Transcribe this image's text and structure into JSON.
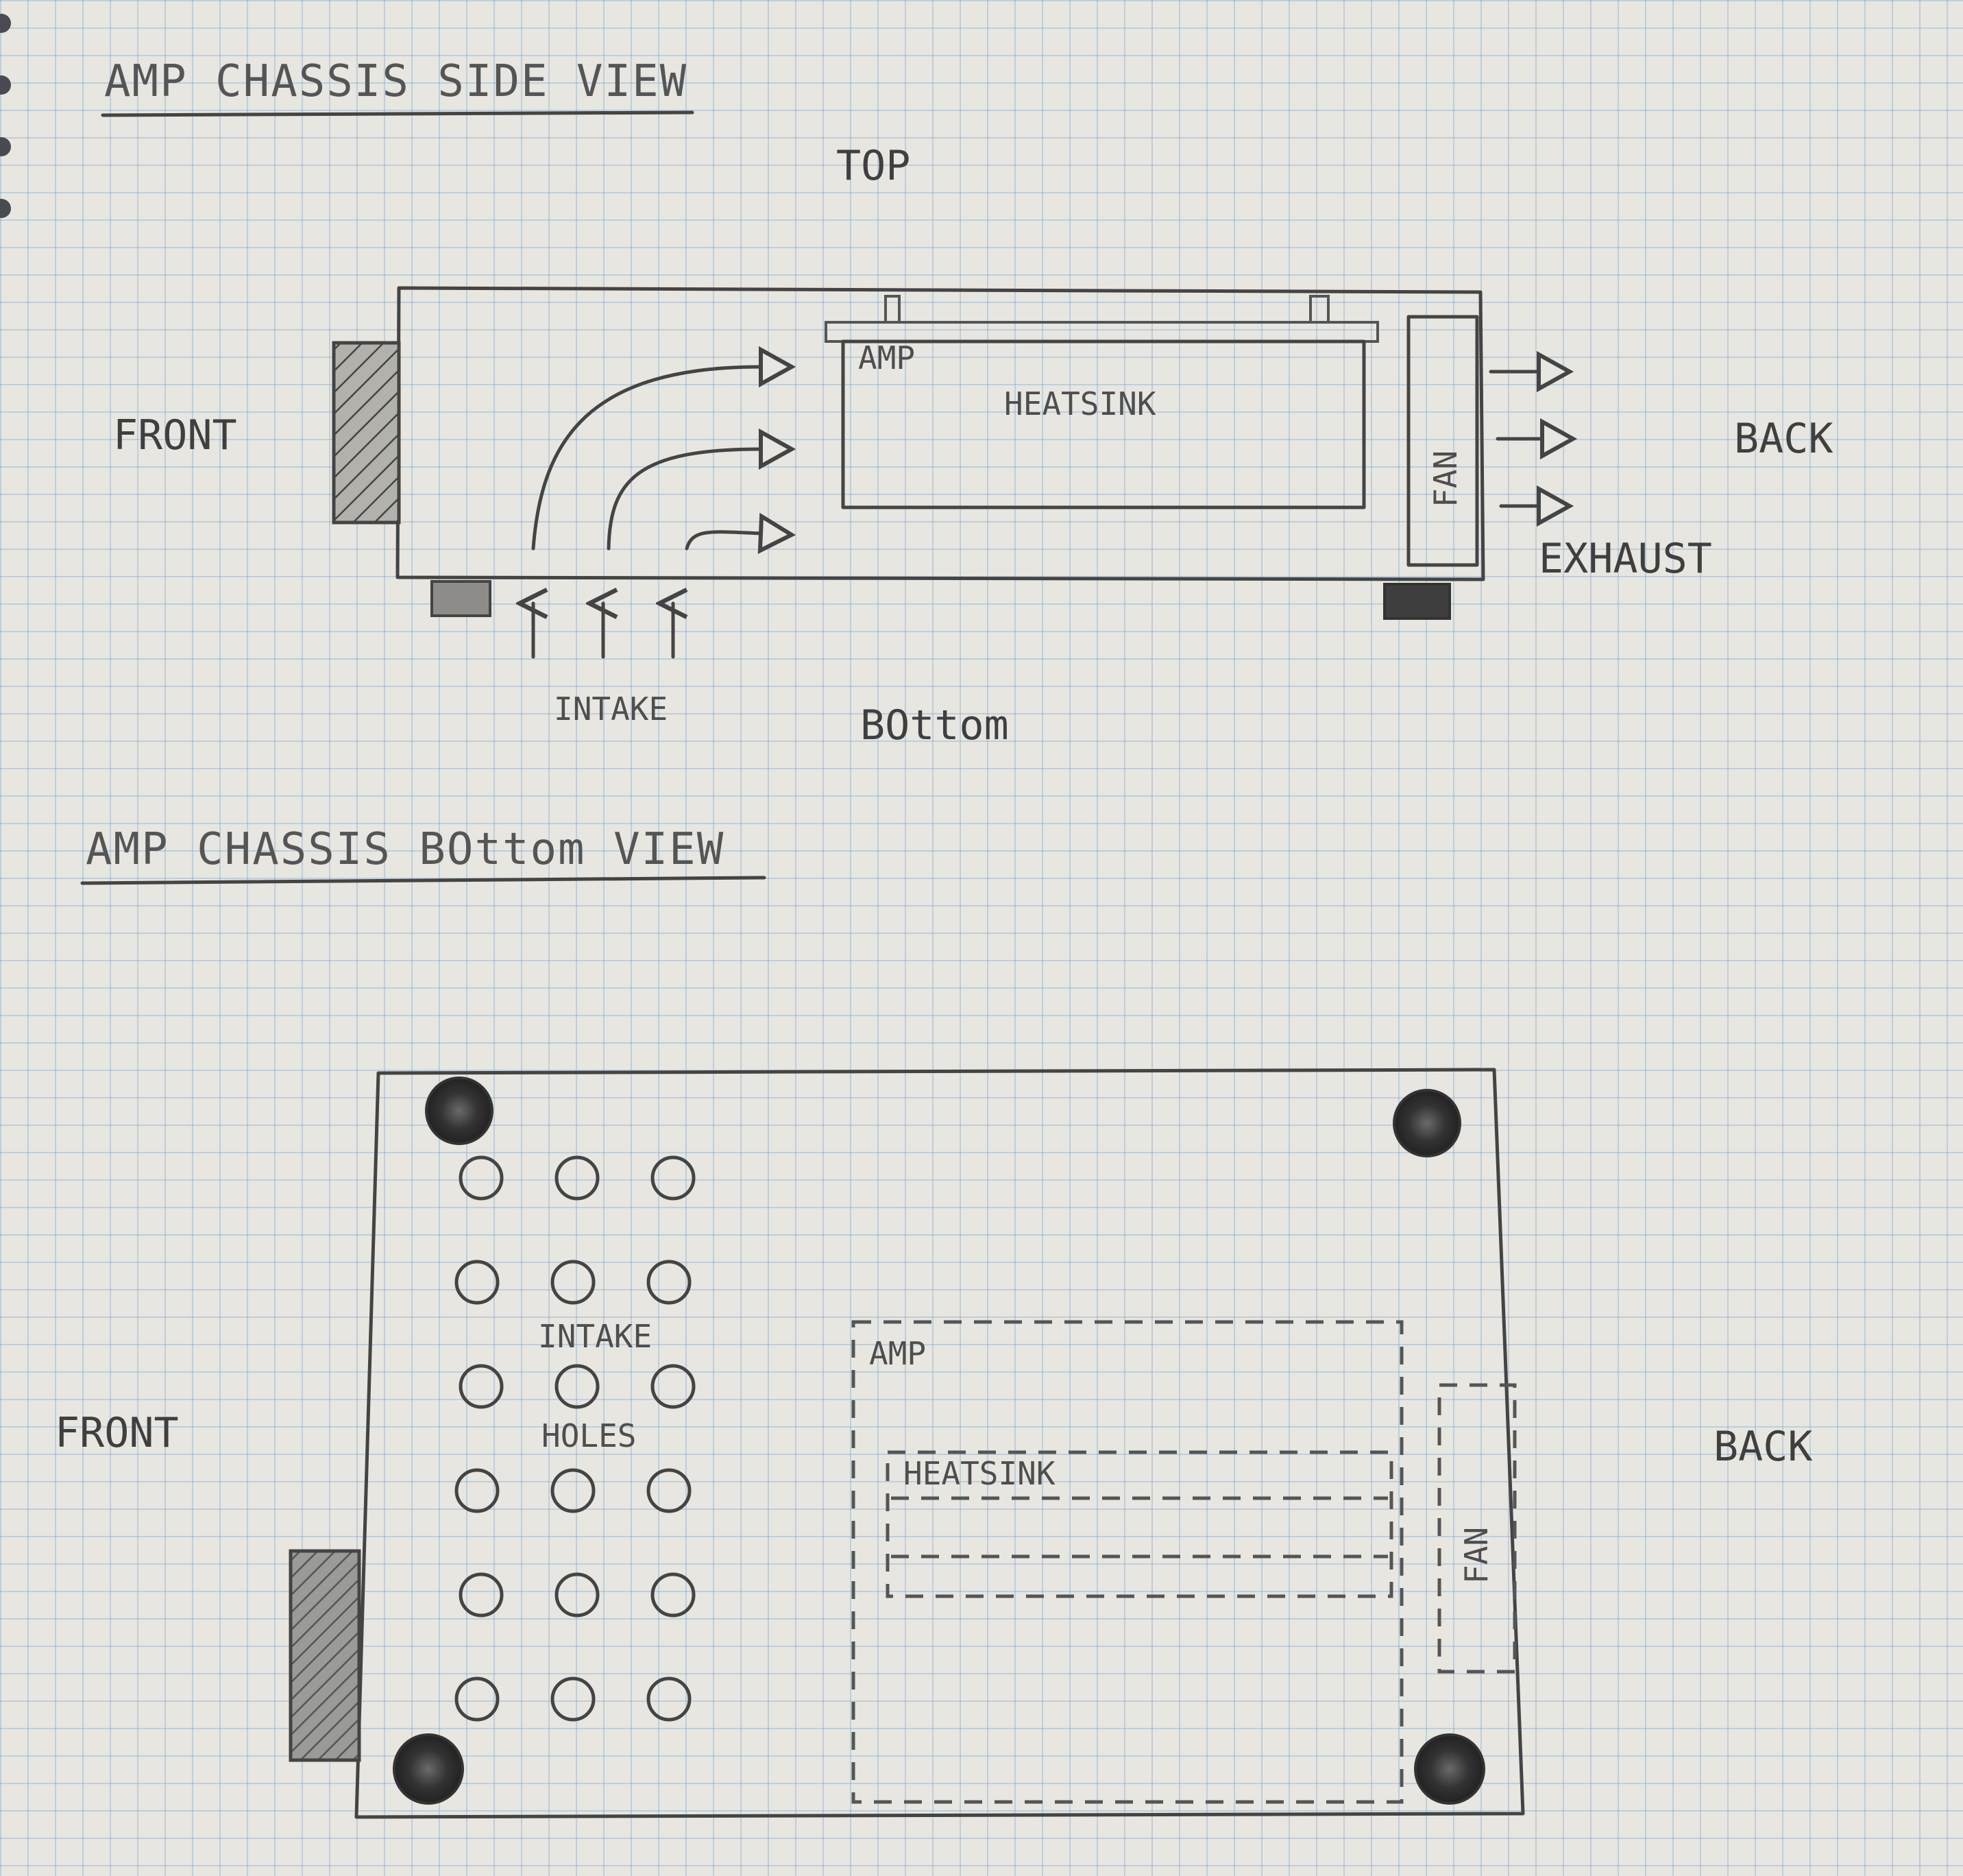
{
  "side_view": {
    "title": "AMP CHASSIS SIDE VIEW",
    "top_label": "TOP",
    "bottom_label": "BOttom",
    "front_label": "FRONT",
    "back_label": "BACK",
    "amp_label": "AMP",
    "heatsink_label": "HEATSINK",
    "fan_label": "FAN",
    "intake_label": "INTAKE",
    "exhaust_label": "EXHAUST"
  },
  "bottom_view": {
    "title": "AMP CHASSIS BOttom VIEW",
    "front_label": "FRONT",
    "back_label": "BACK",
    "intake_label": "INTAKE",
    "holes_label": "HOLES",
    "amp_label": "AMP",
    "heatsink_label": "HEATSINK",
    "fan_label": "FAN",
    "intake_hole_grid": {
      "columns": 3,
      "rows": 6
    }
  },
  "colors": {
    "pencil": "#444444",
    "paper": "#e7e6e1",
    "grid": "#6496c8"
  }
}
